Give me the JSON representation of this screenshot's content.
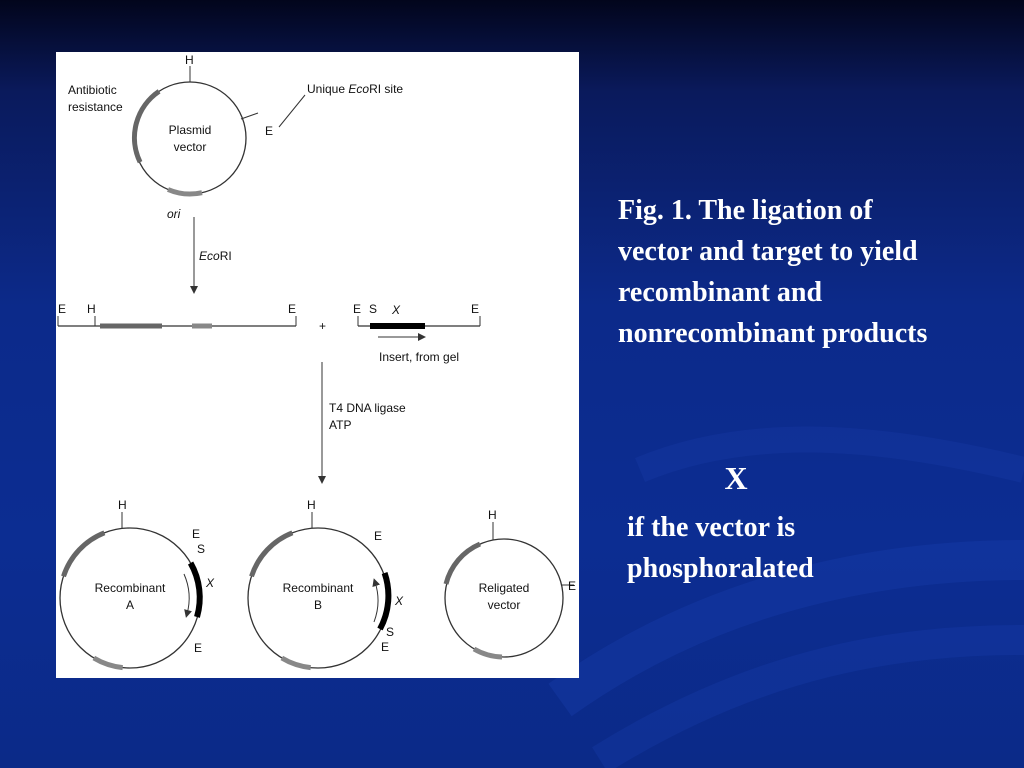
{
  "caption": {
    "text": "Fig. 1. The ligation of vector and target to yield recombinant and nonrecombinant products"
  },
  "x_mark": "X",
  "condition": {
    "text": "if the vector is phosphoralated"
  },
  "diagram": {
    "plasmid": {
      "h_label": "H",
      "e_label": "E",
      "name_line1": "Plasmid",
      "name_line2": "vector",
      "resistance_line1": "Antibiotic",
      "resistance_line2": "resistance",
      "unique_site_prefix": "Unique ",
      "unique_site_italic": "Eco",
      "unique_site_suffix": "RI site",
      "ori_label": "ori"
    },
    "digest": {
      "enzyme_italic": "Eco",
      "enzyme_suffix": "RI"
    },
    "linear_vector": {
      "e_left": "E",
      "h": "H",
      "e_right": "E"
    },
    "plus": "+",
    "insert": {
      "e_left": "E",
      "s": "S",
      "x": "X",
      "e_right": "E",
      "label": "Insert, from gel"
    },
    "ligation": {
      "line1": "T4 DNA ligase",
      "line2": "ATP"
    },
    "recombinant_a": {
      "h": "H",
      "e_top": "E",
      "s": "S",
      "x": "X",
      "e_bottom": "E",
      "name_line1": "Recombinant",
      "name_line2": "A"
    },
    "recombinant_b": {
      "h": "H",
      "e_top": "E",
      "x": "X",
      "s": "S",
      "e_bottom": "E",
      "name_line1": "Recombinant",
      "name_line2": "B"
    },
    "religated": {
      "h": "H",
      "e": "E",
      "name_line1": "Religated",
      "name_line2": "vector"
    }
  },
  "colors": {
    "background": "#0c2d92",
    "caption_text": "#ffffff",
    "diagram_line": "#333333",
    "resistance_segment": "#666666",
    "ori_segment": "#888888",
    "insert_segment": "#000000"
  }
}
